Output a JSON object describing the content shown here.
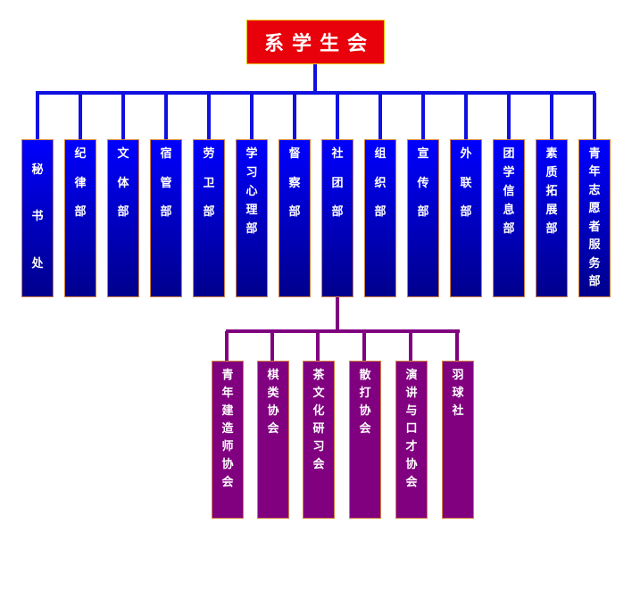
{
  "root": {
    "label": "系学生会"
  },
  "departments": [
    {
      "label": "秘书处"
    },
    {
      "label": "纪律部"
    },
    {
      "label": "文体部"
    },
    {
      "label": "宿管部"
    },
    {
      "label": "劳卫部"
    },
    {
      "label": "学习心理部"
    },
    {
      "label": "督察部"
    },
    {
      "label": "社团部"
    },
    {
      "label": "组织部"
    },
    {
      "label": "宣传部"
    },
    {
      "label": "外联部"
    },
    {
      "label": "团学信息部"
    },
    {
      "label": "素质拓展部"
    },
    {
      "label": "青年志愿者服务部"
    }
  ],
  "clubs_parent": "社团部",
  "clubs": [
    {
      "label": "青年建造师协会"
    },
    {
      "label": "棋类协会"
    },
    {
      "label": "茶文化研习会"
    },
    {
      "label": "散打协会"
    },
    {
      "label": "演讲与口才协会"
    },
    {
      "label": "羽球社"
    }
  ],
  "colors": {
    "root_fill": "#e8000a",
    "dept_fill": "#0000c8",
    "club_fill": "#800080",
    "connector_top": "#1010e0",
    "connector_clubs": "#800080"
  }
}
